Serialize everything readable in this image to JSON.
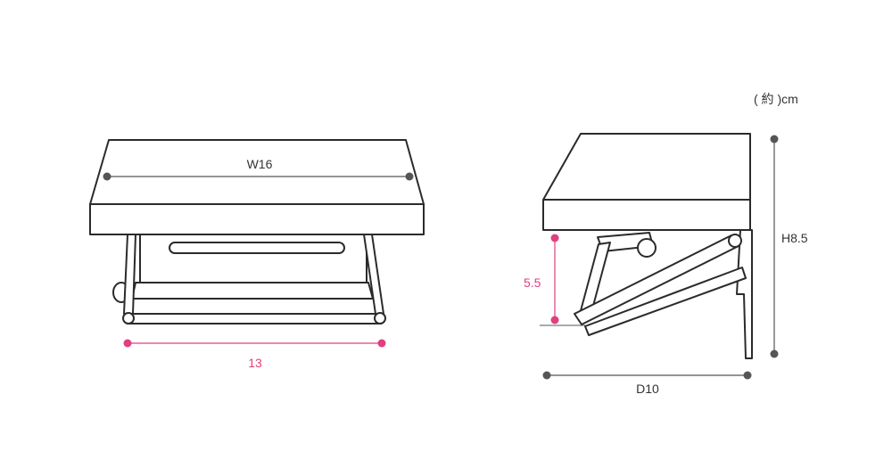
{
  "unit_note": "( 約 )cm",
  "front_view": {
    "width_label": "W16",
    "holder_width_label": "13"
  },
  "side_view": {
    "height_label": "H8.5",
    "holder_height_label": "5.5",
    "depth_label": "D10"
  },
  "colors": {
    "outline": "#2b2b2b",
    "dimension_gray": "#555555",
    "dimension_pink": "#e0407f"
  }
}
